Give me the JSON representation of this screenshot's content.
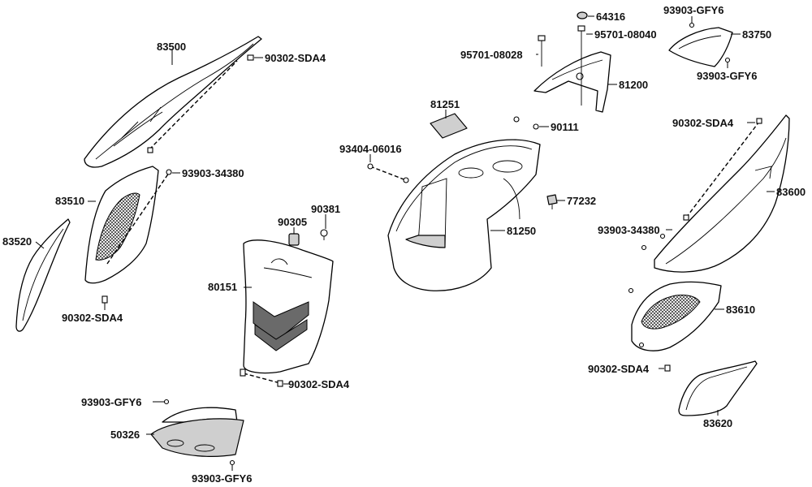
{
  "labels": {
    "l_83500": "83500",
    "l_90302_a": "90302-SDA4",
    "l_93903_34380_a": "93903-34380",
    "l_83510": "83510",
    "l_83520": "83520",
    "l_90302_b": "90302-SDA4",
    "l_90381": "90381",
    "l_90305": "90305",
    "l_80151": "80151",
    "l_90302_c": "90302-SDA4",
    "l_93903_gfy6_a": "93903-GFY6",
    "l_50326": "50326",
    "l_93903_gfy6_b": "93903-GFY6",
    "l_81251": "81251",
    "l_93404": "93404-06016",
    "l_81250": "81250",
    "l_90111": "90111",
    "l_77232": "77232",
    "l_95701_08028": "95701-08028",
    "l_64316": "64316",
    "l_95701_08040": "95701-08040",
    "l_81200": "81200",
    "l_93903_gfy6_c": "93903-GFY6",
    "l_83750": "83750",
    "l_93903_gfy6_d": "93903-GFY6",
    "l_90302_d": "90302-SDA4",
    "l_83600": "83600",
    "l_93903_34380_b": "93903-34380",
    "l_83610": "83610",
    "l_90302_e": "90302-SDA4",
    "l_83620": "83620"
  }
}
